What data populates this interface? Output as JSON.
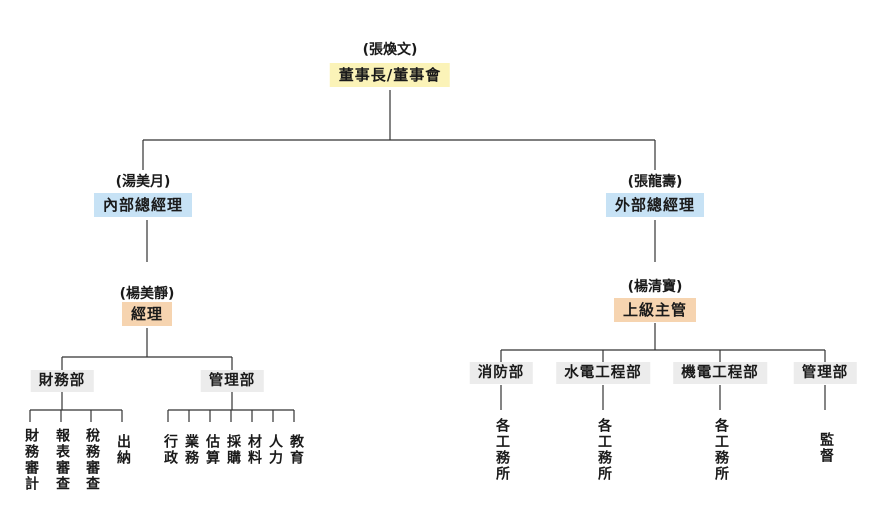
{
  "colors": {
    "chairman_box": "#fbf3b8",
    "manager_box": "#c7e2f5",
    "sub_box": "#f6d4b0",
    "dept_box": "#ececec",
    "line": "#333333"
  },
  "chairman": {
    "person": "(張煥文)",
    "title": "董事長/董事會"
  },
  "internal": {
    "person": "(湯美月)",
    "title": "內部總經理",
    "manager": {
      "person": "(楊美靜)",
      "title": "經理"
    },
    "finance": {
      "title": "財務部",
      "units": [
        "財務審計",
        "報表審查",
        "稅務審查",
        "出納"
      ]
    },
    "admin": {
      "title": "管理部",
      "units": [
        "行政",
        "業務",
        "估算",
        "採購",
        "材料",
        "人力",
        "教育"
      ]
    }
  },
  "external": {
    "person": "(張龍壽)",
    "title": "外部總經理",
    "supervisor": {
      "person": "(楊清寶)",
      "title": "上級主管"
    },
    "depts": [
      {
        "title": "消防部",
        "unit": "各工務所"
      },
      {
        "title": "水電工程部",
        "unit": "各工務所"
      },
      {
        "title": "機電工程部",
        "unit": "各工務所"
      },
      {
        "title": "管理部",
        "unit": "監督"
      }
    ]
  }
}
